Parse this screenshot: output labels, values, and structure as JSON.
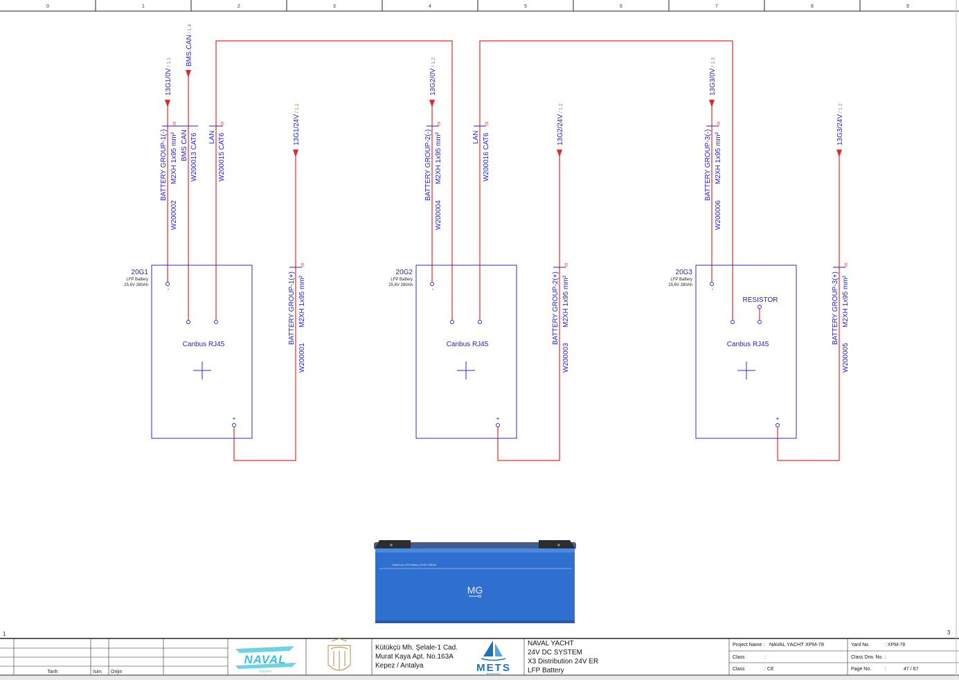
{
  "ruler": {
    "columns": [
      "0",
      "1",
      "2",
      "3",
      "4",
      "5",
      "6",
      "7",
      "8",
      "9"
    ]
  },
  "corner_labels": {
    "left": "1",
    "right": "3"
  },
  "batteries": [
    {
      "id": "20G1",
      "desc1": "LFP Battery",
      "desc2": "25,6V 280Ah",
      "port_label": "Canbus RJ45",
      "minus_mark": "-",
      "plus_mark": "+",
      "neg_ref": "13G1/0V",
      "neg_ref_page": "1.1",
      "pos_ref": "13G1/24V",
      "pos_ref_page": "1.1",
      "neg_cable": {
        "name": "BATTERY GROUP-1(-)",
        "spec": "M2XH 1x95 mm²",
        "wire": "W200002",
        "mark": "IX"
      },
      "pos_cable": {
        "name": "BATTERY GROUP-1(+)",
        "spec": "M2XH 1x95 mm²",
        "wire": "W200001",
        "mark": "IX"
      },
      "extras": [
        {
          "ref": "BMS.CAN",
          "ref_page": "1.4",
          "name": "BMS CAN",
          "spec": "W200013  CAT6"
        },
        {
          "name": "LAN",
          "spec": "W200015  CAT6",
          "mark": "IX"
        }
      ]
    },
    {
      "id": "20G2",
      "desc1": "LFP Battery",
      "desc2": "25,6V 280Ah",
      "port_label": "Canbus RJ45",
      "minus_mark": "-",
      "plus_mark": "+",
      "neg_ref": "13G2/0V",
      "neg_ref_page": "1.2",
      "pos_ref": "13G2/24V",
      "pos_ref_page": "1.2",
      "neg_cable": {
        "name": "BATTERY GROUP-2(-)",
        "spec": "M2XH 1x95 mm²",
        "wire": "W200004",
        "mark": "IX"
      },
      "pos_cable": {
        "name": "BATTERY GROUP-2(+)",
        "spec": "M2XH 1x95 mm²",
        "wire": "W200003",
        "mark": "IX"
      },
      "extras": [
        {
          "name": "LAN",
          "spec": "W200016  CAT6",
          "mark": "IX"
        }
      ]
    },
    {
      "id": "20G3",
      "desc1": "LFP Battery",
      "desc2": "25,6V 280Ah",
      "port_label": "Canbus RJ45",
      "resistor_label": "RESISTOR",
      "minus_mark": "-",
      "plus_mark": "+",
      "neg_ref": "13G3/0V",
      "neg_ref_page": "1.3",
      "pos_ref": "13G3/24V",
      "pos_ref_page": "1.2",
      "neg_cable": {
        "name": "BATTERY GROUP-3(-)",
        "spec": "M2XH 1x95 mm²",
        "wire": "W200006",
        "mark": "IX"
      },
      "pos_cable": {
        "name": "BATTERY GROUP-3(+)",
        "spec": "M2XH 1x95 mm²",
        "wire": "W200005",
        "mark": "IX"
      }
    }
  ],
  "product_photo": {
    "brand": "MG",
    "strip_text": "Lithium-Ion LFP Battery  |  25.6V / 280 Ah"
  },
  "title_block": {
    "revision_headers": [
      "Tarih",
      "İsim",
      "Orijin"
    ],
    "naval_logo_text": "NAVAL",
    "naval_logo_sub": "YACHTS",
    "address": [
      "Kütükçü Mh. Şelale-1 Cad.",
      "Murat Kaya Apt. No.163A",
      "Kepez  / Antalya"
    ],
    "mets_logo": "METS",
    "mets_sub": "MÜHENDİSLİK",
    "drawing_title": [
      "NAVAL YACHT",
      "24V DC SYSTEM",
      "X3 Distribution 24V ER",
      "LFP Battery"
    ],
    "project_name_label": "Project Name :",
    "project_name": "NAVAL YACHT  XPM-78",
    "class_label": "Class",
    "class_value_1": ":",
    "class_value_2": ": CE",
    "yard_no_label": "Yard No.",
    "yard_no": ":  XPM-78",
    "class_drw_label": "Class Drw. No. :",
    "page_no_label": "Page No.",
    "page_colon": ":",
    "page_no": "47 / 67"
  },
  "colors": {
    "wire": "#e0282d",
    "frame": "#2a2ad2",
    "text_blue": "#1d1dc4",
    "ref_page": "#7a9a48",
    "line": "#222222"
  }
}
